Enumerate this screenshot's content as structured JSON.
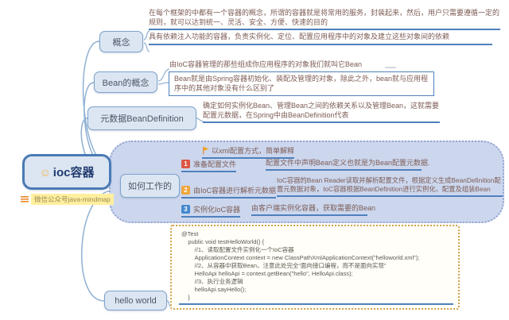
{
  "main_topic": {
    "emoji": "☺",
    "title": "ioc容器"
  },
  "watermark": {
    "label": "微信公众号java-mindmap"
  },
  "branches": {
    "concept": {
      "label": "概念",
      "notes": [
        "在每个框架的中都有一个容器的概念，所谓的容器就是将常用的服务，封装起来，然后，用户只需要遵循一定的规则，就可以达到统一、灵活、安全、方便、快速的目的",
        "具有依赖注入功能的容器，负责实例化、定位、配置应用程序中的对象及建立这些对象间的依赖"
      ]
    },
    "bean": {
      "label": "Bean的概念",
      "note": "由IoC容器管理的那些组成你应用程序的对象我们就叫它Bean",
      "boxed_note": "Bean就是由Spring容器初始化、装配及管理的对象，除此之外，bean就与应用程序中的其他对象没有什么区别了"
    },
    "metadata": {
      "label": "元数据BeanDefinition",
      "note": "确定如何实例化Bean、管理Bean之间的依赖关系以及管理Bean，这就需要配置元数据，在Spring中由BeanDefinition代表"
    },
    "how_it_works": {
      "label": "如何工作的",
      "intro": "以xml配置方式，简单解释",
      "steps": [
        {
          "num": "1",
          "title": "准备配置文件",
          "desc": "配置文件中声明Bean定义也就是为Bean配置元数据."
        },
        {
          "num": "2",
          "title": "由IoC容器进行解析元数据",
          "desc": "IoC容器的Bean Reader读取并解析配置文件，根据定义生成BeanDefinition配置元数据对象，IoC容器根据BeanDefinition进行实例化、配置及组装Bean"
        },
        {
          "num": "3",
          "title": "实例化IoC容器",
          "desc": "由客户端实例化容器，获取需要的Bean"
        }
      ]
    },
    "hello_world": {
      "label": "hello world",
      "code": "@Test\n    public void testHelloWorld() {\n        //1、读取配置文件实例化一个IoC容器\n        ApplicationContext context = new ClassPathXmlApplicationContext(\"helloworld.xml\");\n        //2、从容器中获取Bean，注意此处完全“面向接口编程，而不是面向实现”\n        HelloApi helloApi = context.getBean(\"hello\", HelloApi.class);\n        //3、执行业务逻辑\n        helloApi.sayHello();\n    }"
    }
  },
  "colors": {
    "underline_accent": "#4f81bd",
    "node_fill": "#dce6f2",
    "node_border": "#7da3cc",
    "main_border": "#4a7ab5",
    "cloud_fill": "#ccd7ee",
    "step1_badge": "#dd5544",
    "step2_badge": "#f0a63a",
    "step3_badge": "#4488cc",
    "watermark_bg": "#ffef9e",
    "flag_icon": "#f5a623"
  }
}
